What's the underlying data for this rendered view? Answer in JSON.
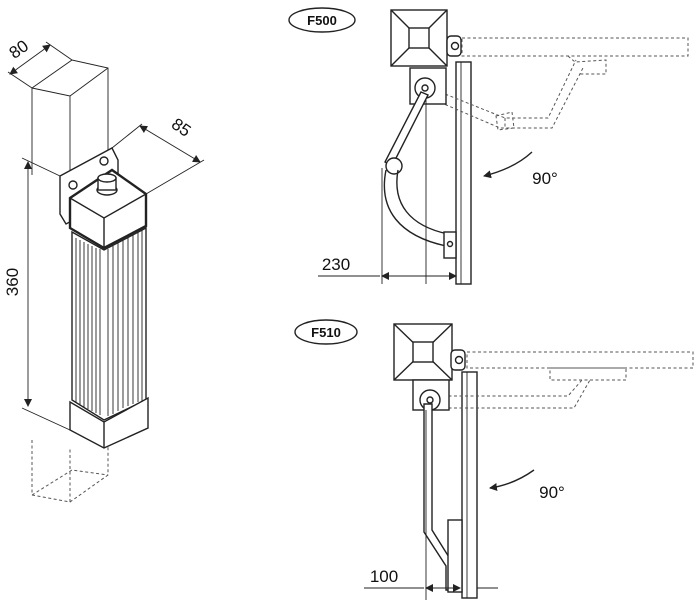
{
  "dimensions": {
    "depth": "80",
    "width": "85",
    "height": "360"
  },
  "f500": {
    "model": "F500",
    "offset": "230",
    "angle": "90°"
  },
  "f510": {
    "model": "F510",
    "offset": "100",
    "angle": "90°"
  },
  "colors": {
    "line": "#222222",
    "background": "#ffffff"
  }
}
